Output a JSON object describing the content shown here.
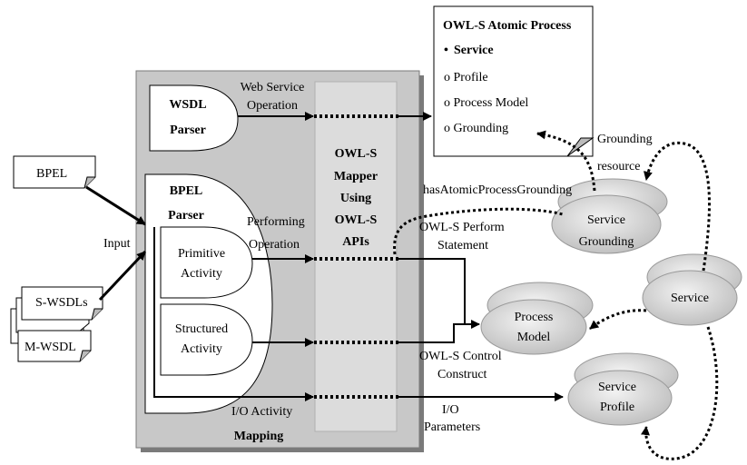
{
  "atomic_process": {
    "title": "OWL-S Atomic Process",
    "bullet": "•",
    "service": "Service",
    "items": [
      "o Profile",
      "o Process Model",
      "o Grounding"
    ]
  },
  "wsdl_parser": {
    "line1": "WSDL",
    "line2": "Parser"
  },
  "bpel_parser": {
    "line1": "BPEL",
    "line2": "Parser"
  },
  "primitive_activity": {
    "line1": "Primitive",
    "line2": "Activity"
  },
  "structured_activity": {
    "line1": "Structured",
    "line2": "Activity"
  },
  "mapper": {
    "lines": [
      "OWL-S",
      "Mapper",
      "Using",
      "OWL-S",
      "APIs"
    ]
  },
  "mapping_label": "Mapping",
  "inputs": {
    "bpel": "BPEL",
    "s_wsdls": "S-WSDLs",
    "m_wsdl": "M-WSDL",
    "input_label": "Input"
  },
  "labels": {
    "web_service_operation": [
      "Web Service",
      "Operation"
    ],
    "performing_operation": [
      "Performing",
      "Operation"
    ],
    "io_activity": "I/O Activity",
    "has_atomic_process_grounding": "hasAtomicProcessGrounding",
    "owls_perform_statement": [
      "OWL-S Perform",
      "Statement"
    ],
    "owls_control_construct": [
      "OWL-S Control",
      "Construct"
    ],
    "io_parameters": [
      "I/O",
      "Parameters"
    ],
    "grounding_resource": [
      "Grounding",
      "resource"
    ]
  },
  "ontology_nodes": {
    "service_grounding": [
      "Service",
      "Grounding"
    ],
    "process_model": [
      "Process",
      "Model"
    ],
    "service": "Service",
    "service_profile": [
      "Service",
      "Profile"
    ]
  }
}
